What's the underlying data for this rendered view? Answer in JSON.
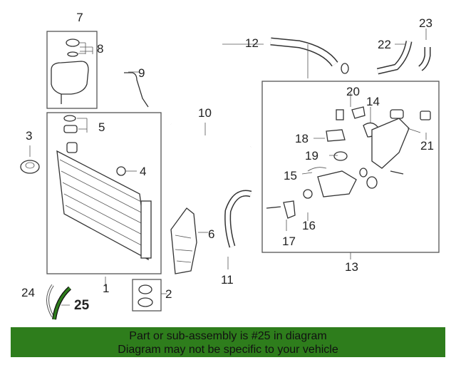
{
  "diagram": {
    "callouts": {
      "c1": "1",
      "c2": "2",
      "c3": "3",
      "c4": "4",
      "c5": "5",
      "c6": "6",
      "c7": "7",
      "c8": "8",
      "c9": "9",
      "c10": "10",
      "c11": "11",
      "c12": "12",
      "c13": "13",
      "c14": "14",
      "c15": "15",
      "c16": "16",
      "c17": "17",
      "c18": "18",
      "c19": "19",
      "c20": "20",
      "c21": "21",
      "c22": "22",
      "c23": "23",
      "c24": "24",
      "c25": "25"
    },
    "highlight_color": "#2e7d1c"
  },
  "banner": {
    "line1": "Part or sub-assembly is #25 in diagram",
    "line2": "Diagram may not be specific to your vehicle"
  }
}
